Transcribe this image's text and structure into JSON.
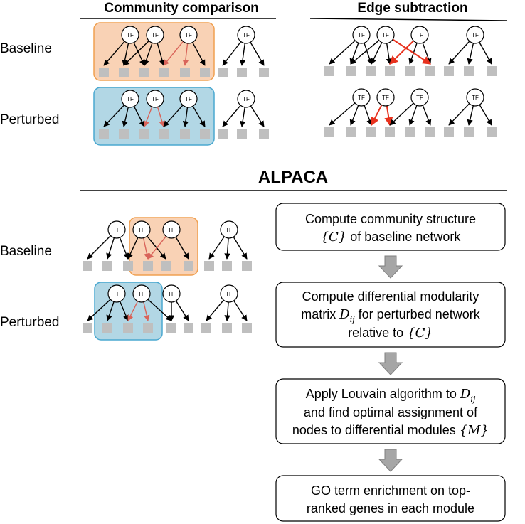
{
  "panels": {
    "community_comparison_title": "Community comparison",
    "edge_subtraction_title": "Edge subtraction",
    "alpaca_title": "ALPACA"
  },
  "row_labels": {
    "baseline": "Baseline",
    "perturbed": "Perturbed"
  },
  "node_label": "TF",
  "steps": [
    {
      "line1": "Compute community structure",
      "line2_math": "{C}",
      "line2_text": " of baseline network"
    },
    {
      "line1": "Compute differential modularity",
      "line2_prefix": "matrix ",
      "line2_math": "D",
      "line2_sub": "ij",
      "line2_suffix": " for perturbed network",
      "line3_prefix": "relative to ",
      "line3_math": "{C}"
    },
    {
      "line1_prefix": "Apply Louvain algorithm to ",
      "line1_math": "D",
      "line1_sub": "ij",
      "line2": "and find optimal assignment of",
      "line3_prefix": "nodes to differential modules ",
      "line3_math": "{M}"
    },
    {
      "line1": "GO term enrichment on top-",
      "line2": "ranked genes in each module"
    }
  ],
  "colors": {
    "baseline_community_fill": "#f9d2b5",
    "baseline_community_stroke": "#f0a050",
    "perturbed_community_fill": "#b2d7e5",
    "perturbed_community_stroke": "#4aa8d0",
    "gene_node": "#bfbfbf",
    "edge": "#000000",
    "edge_highlight_soft": "#d9645a",
    "edge_highlight_strong": "#e8321e",
    "arrow_fill": "#a6a6a6"
  }
}
